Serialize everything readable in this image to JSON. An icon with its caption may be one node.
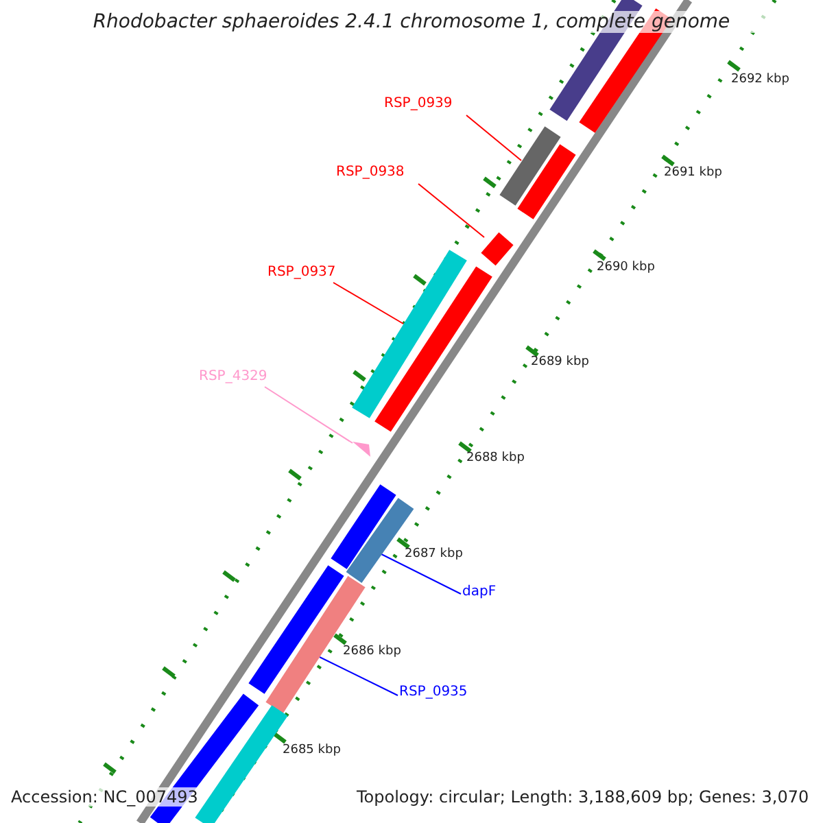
{
  "diagram": {
    "title": "Rhodobacter sphaeroides 2.4.1 chromosome 1, complete genome",
    "nodes": [
      {
        "text": [],
        "shape": "bar"
      },
      {
        "text": [],
        "shape": "bar"
      },
      {
        "text": [
          "RSP_0939"
        ]
      },
      {
        "text": [],
        "shape": "bar"
      },
      {
        "text": [],
        "shape": "bar"
      },
      {
        "text": [
          "RSP_0938"
        ]
      },
      {
        "text": [],
        "shape": "bar"
      },
      {
        "text": [
          "RSP_0937"
        ]
      },
      {
        "text": [],
        "shape": "bar"
      },
      {
        "text": [],
        "shape": "bar"
      },
      {
        "text": [
          "RSP_4329"
        ]
      },
      {
        "text": [],
        "shape": "triangle"
      },
      {
        "text": [],
        "shape": "bar"
      },
      {
        "text": [],
        "shape": "bar"
      },
      {
        "text": [
          "dapF"
        ]
      },
      {
        "text": [],
        "shape": "bar"
      },
      {
        "text": [],
        "shape": "bar"
      },
      {
        "text": [
          "RSP_0935"
        ]
      },
      {
        "text": [],
        "shape": "bar"
      },
      {
        "text": [],
        "shape": "bar"
      }
    ],
    "edges": [
      {
        "from": 2,
        "to": 3,
        "arrow": "none"
      },
      {
        "from": 5,
        "to": 6,
        "arrow": "none"
      },
      {
        "from": 7,
        "to": 8,
        "arrow": "none"
      },
      {
        "from": 10,
        "to": 11,
        "arrow": "none",
        "color": "#ff99cc"
      },
      {
        "from": 14,
        "to": 13,
        "arrow": "none",
        "color": "#0000ff"
      },
      {
        "from": 17,
        "to": 16,
        "arrow": "none",
        "color": "#0000ff"
      }
    ],
    "labels": [
      "2692 kbp",
      "2691 kbp",
      "2690 kbp",
      "2689 kbp",
      "2688 kbp",
      "2687 kbp",
      "2686 kbp",
      "2685 kbp",
      "Accession: NC_007493",
      "Topology: circular; Length: 3,188,609 bp; Genes: 3,070"
    ]
  }
}
